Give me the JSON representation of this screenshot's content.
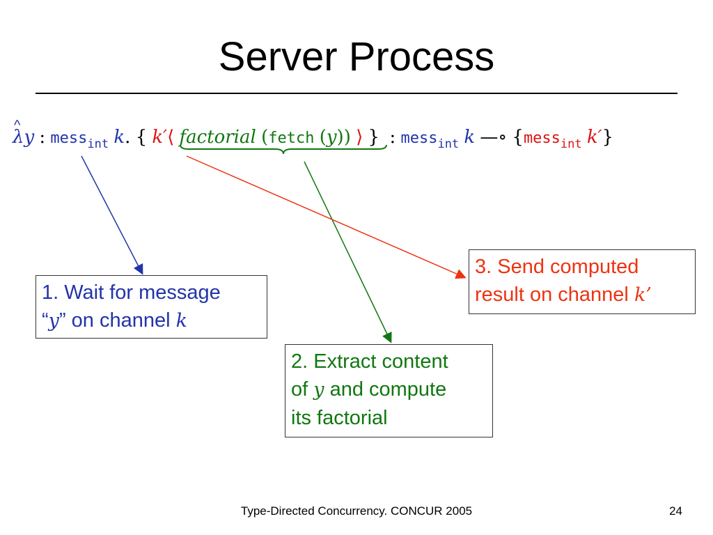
{
  "slide": {
    "title": "Server Process",
    "footer": "Type-Directed Concurrency. CONCUR 2005",
    "page_number": "24"
  },
  "formula": {
    "lambda": "λ",
    "hat": "^",
    "var_y": "y",
    "colon1": ":",
    "mess1": "mess",
    "int1": "int",
    "k1": "k",
    "dot": ".",
    "lbrace": "{",
    "kprime": "k′",
    "langle": "⟨",
    "factorial": "factorial",
    "lparen": "(",
    "fetch": "fetch",
    "arg_open": "(",
    "arg_y": "y",
    "arg_close": "))",
    "rangle": "⟩",
    "rbrace": "}",
    "colon2": ":",
    "mess2": "mess",
    "int2": "int",
    "k2": "k",
    "lollipop": "—∘",
    "set_open": "{",
    "mess3": "mess",
    "int3": "int",
    "k3": "k′",
    "set_close": "}"
  },
  "boxes": {
    "wait": {
      "line1": "1. Wait for message",
      "quote_open": "“",
      "var": "y",
      "quote_close": "”",
      "on_channel": " on channel ",
      "channel": "k"
    },
    "extract": {
      "line1": "2. Extract content",
      "of": "of ",
      "var": "y",
      "and_compute": " and compute",
      "line3": "its factorial"
    },
    "send": {
      "line1": "3. Send computed",
      "line2": "result on channel ",
      "channel": "k’"
    }
  },
  "colors": {
    "blue": "#2233aa",
    "green": "#117711",
    "red": "#ee3311"
  }
}
